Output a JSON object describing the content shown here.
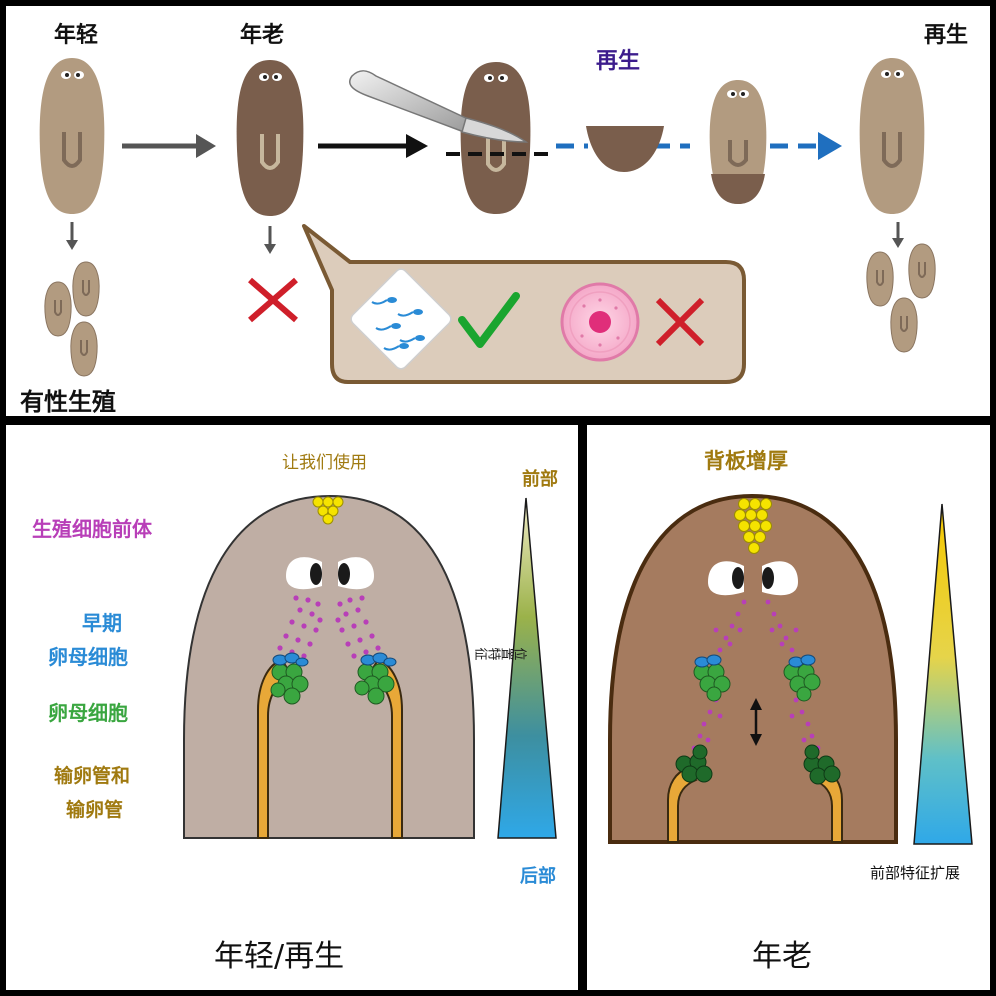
{
  "top_panel": {
    "young_label": "年轻",
    "old_label": "年老",
    "regen_label": "再生",
    "regen_end_label": "再生",
    "sexual_repro_label": "有性生殖"
  },
  "bottom_left": {
    "top_label": "让我们使用",
    "germ_precursor_label": "生殖细胞前体",
    "early_label": "早期",
    "oocyte_label_1": "卵母细胞",
    "oocyte_label_2": "卵母细胞",
    "oviduct_label_1": "输卵管和",
    "oviduct_label_2": "输卵管",
    "anterior_label": "前部",
    "posterior_label": "后部",
    "gradient_label": "位置特征",
    "caption": "年轻/再生"
  },
  "bottom_right": {
    "top_label": "背板增厚",
    "expansion_label": "前部特征扩展",
    "caption": "年老"
  },
  "colors": {
    "young_worm": "#b29b80",
    "old_worm": "#7a5e4c",
    "bubble": "#dcccbb",
    "bubble_border": "#7a5a34",
    "young_head": "#bfaea4",
    "old_head": "#a57b5f",
    "germ": "#b83fb8",
    "early_oocyte": "#2a8bd6",
    "oocyte": "#3aa640",
    "oviduct": "#a07a10",
    "check": "#1aa52f",
    "cross": "#cf1f2a",
    "regen_text": "#3c1c8c"
  }
}
